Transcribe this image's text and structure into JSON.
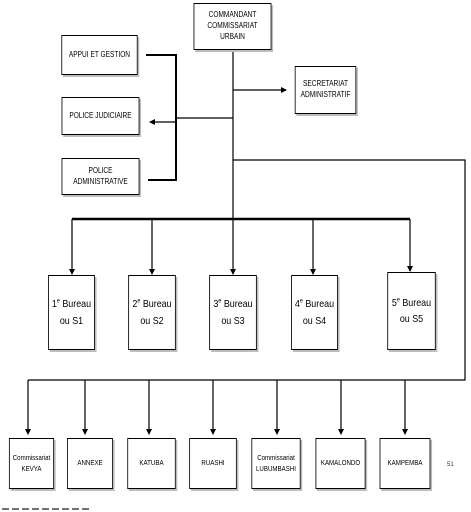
{
  "commandant": [
    "COMMANDANT",
    "COMMISSARIAT URBAIN"
  ],
  "support": {
    "appui": "APPUI ET GESTION",
    "judiciaire": "POLICE JUDICIAIRE",
    "administrative": "POLICE ADMINISTRATIVE"
  },
  "secretariat": [
    "SECRETARIAT",
    "ADMINISTRATIF"
  ],
  "bureaux": [
    {
      "num": "1",
      "sup": "e",
      "word": "Bureau",
      "code": "ou S1"
    },
    {
      "num": "2",
      "sup": "e",
      "word": "Bureau",
      "code": "ou S2"
    },
    {
      "num": "3",
      "sup": "e",
      "word": "Bureau",
      "code": "ou S3"
    },
    {
      "num": "4",
      "sup": "e",
      "word": "Bureau",
      "code": "ou S4"
    },
    {
      "num": "5",
      "sup": "e",
      "word": "Bureau",
      "code": "ou S5"
    }
  ],
  "commissariats": [
    "Commissariat\nKEVYA",
    "ANNEXE",
    "KATUBA",
    "RUASHI",
    "Commissariat\nLUBUMBASHI",
    "KAMALONDO",
    "KAMPEMBA"
  ],
  "page_marker": "51"
}
